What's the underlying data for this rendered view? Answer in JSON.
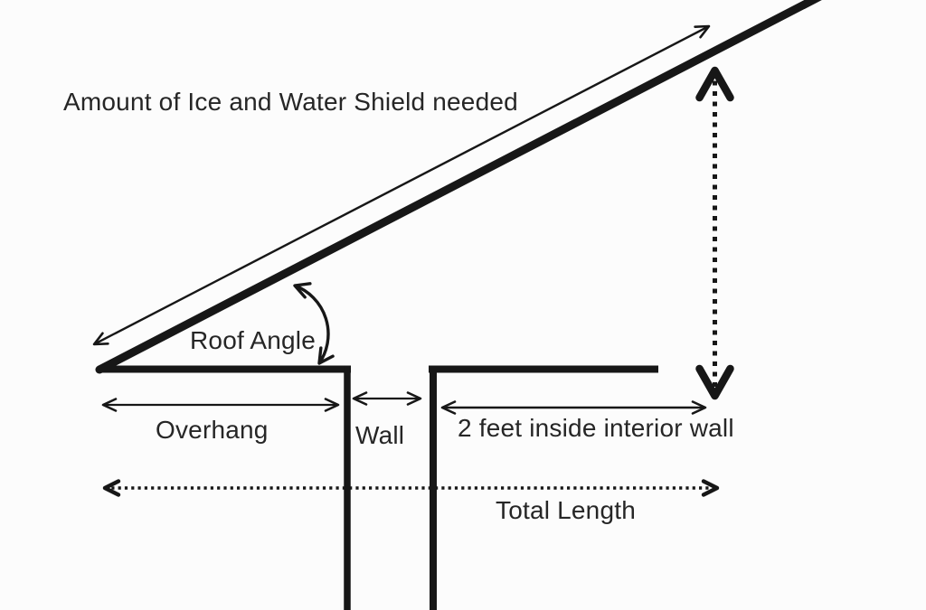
{
  "diagram": {
    "title": "Amount of Ice and Water Shield needed",
    "labels": {
      "roof_angle": "Roof Angle",
      "overhang": "Overhang",
      "wall": "Wall",
      "two_feet": "2 feet inside interior wall",
      "total_length": "Total Length"
    },
    "arrows": {
      "shield_length": "double-arrow-parallel-to-roof",
      "roof_angle": "curved-double-arrow",
      "overhang": "horizontal-double-arrow",
      "wall": "horizontal-double-arrow",
      "two_feet": "horizontal-double-arrow",
      "total_length": "dotted-horizontal-double-arrow",
      "roof_rise": "dotted-vertical-double-arrow"
    },
    "colors": {
      "line": "#171717",
      "text": "#262626",
      "background": "#fcfcfc"
    }
  }
}
